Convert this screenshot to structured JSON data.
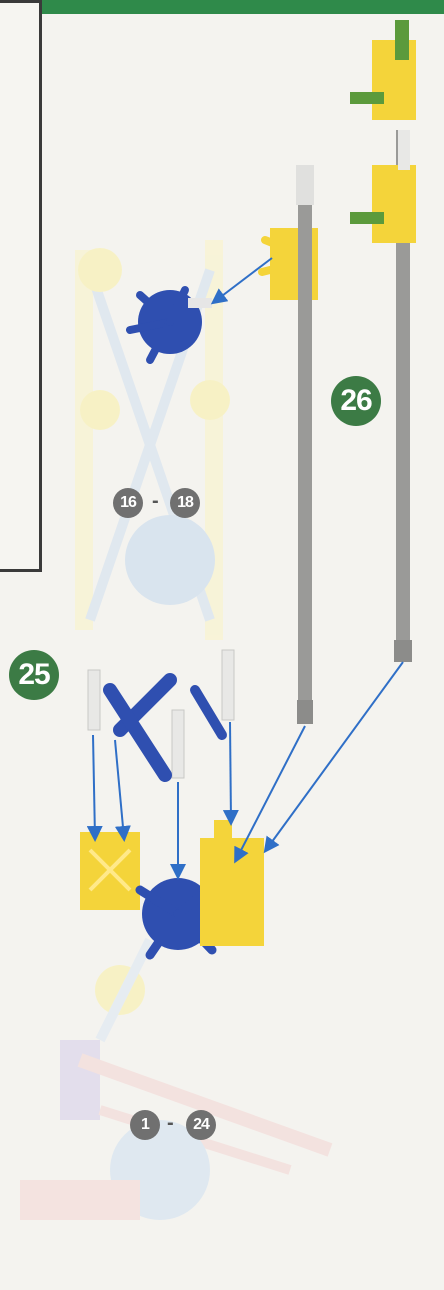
{
  "steps": {
    "step_25": "25",
    "step_26": "26"
  },
  "references": {
    "range_a_start": "16",
    "range_a_dash": "-",
    "range_a_end": "18",
    "range_b_start": "1",
    "range_b_dash": "-",
    "range_b_end": "24"
  },
  "colors": {
    "step_badge": "#3c7b45",
    "reference_badge": "#707070",
    "arrow": "#2f6fc7",
    "yellow_connector": "#f4d43a",
    "blue_connector": "#2f4fb0",
    "gray_rod": "#9a9a98",
    "green_connector": "#5b9a3c"
  }
}
